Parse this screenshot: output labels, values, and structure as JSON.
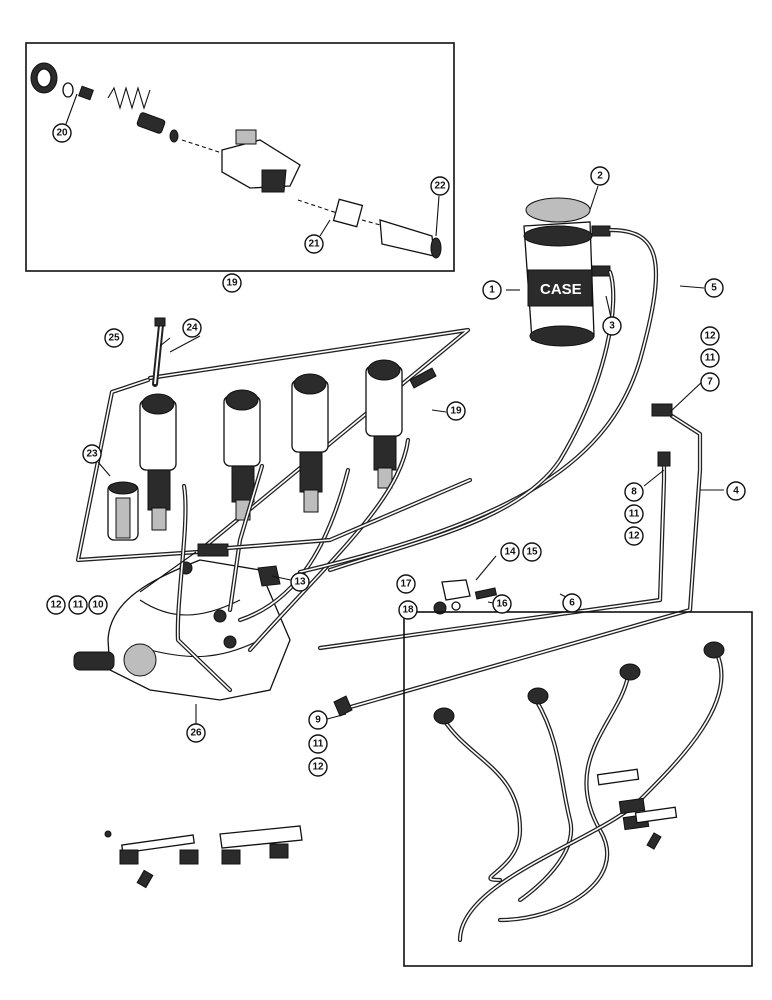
{
  "brand": "CASE",
  "callouts": [
    "1",
    "2",
    "3",
    "4",
    "5",
    "6",
    "7",
    "8",
    "9",
    "10",
    "11",
    "12",
    "13",
    "14",
    "15",
    "16",
    "17",
    "18",
    "19",
    "20",
    "21",
    "22",
    "23",
    "24",
    "25",
    "26"
  ],
  "colors": {
    "ink": "#111111",
    "paper": "#ffffff"
  }
}
